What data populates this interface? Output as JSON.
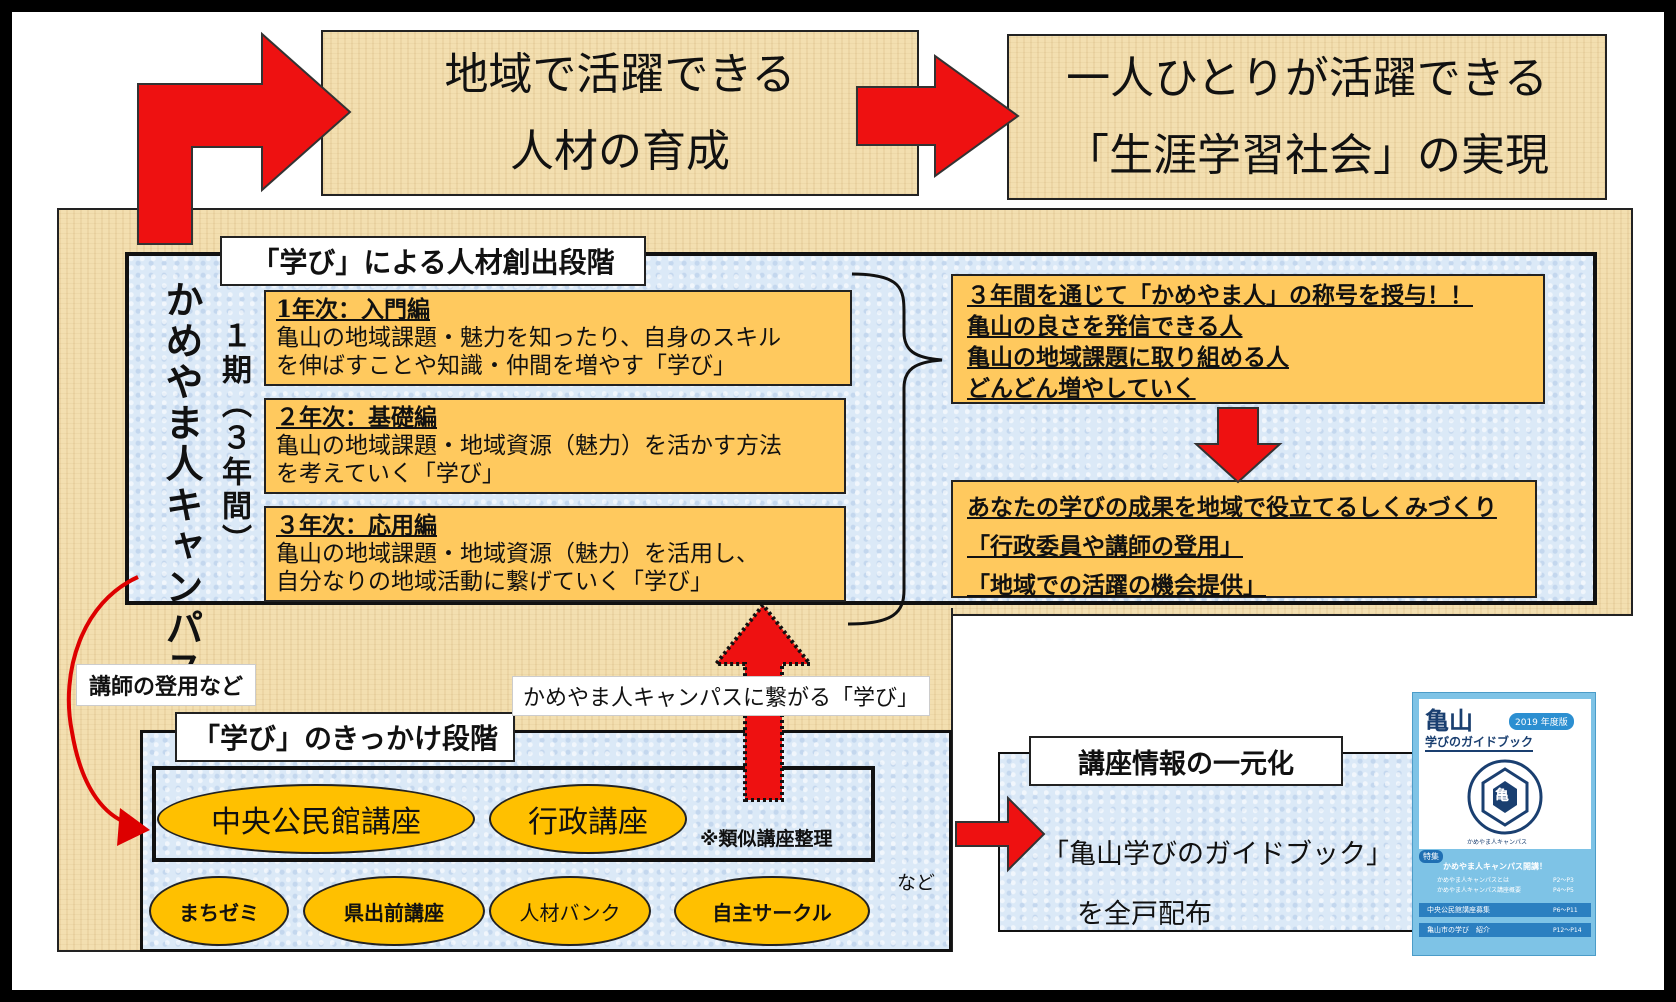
{
  "top": {
    "box1": {
      "line1": "地域で活躍できる",
      "line2": "人材の育成"
    },
    "box2": {
      "line1": "一人ひとりが活躍できる",
      "line2": "「生涯学習社会」の実現"
    }
  },
  "campus": {
    "stage_label": "「学び」による人材創出段階",
    "vertical_title": "かめやま人キャンパス",
    "vertical_period": "１期（３年間）",
    "year1": {
      "title": "1年次：入門編",
      "line1": "亀山の地域課題・魅力を知ったり、自身のスキル",
      "line2": "を伸ばすことや知識・仲間を増やす「学び」"
    },
    "year2": {
      "title": "２年次：基礎編",
      "line1": "亀山の地域課題・地域資源（魅力）を活かす方法",
      "line2": "を考えていく「学び」"
    },
    "year3": {
      "title": "３年次：応用編",
      "line1": "亀山の地域課題・地域資源（魅力）を活用し、",
      "line2": "自分なりの地域活動に繋げていく「学び」"
    },
    "result": {
      "line1": "３年間を通じて「かめやま人」の称号を授与！！",
      "line2": "亀山の良さを発信できる人",
      "line3": "亀山の地域課題に取り組める人",
      "line4": "どんどん増やしていく"
    },
    "outcome": {
      "line1": "あなたの学びの成果を地域で役立てるしくみづくり",
      "line2": "「行政委員や講師の登用」",
      "line3": "「地域での活躍の機会提供」"
    }
  },
  "instructor_label": "講師の登用など",
  "connect_label": "かめやま人キャンパスに繋がる「学び」",
  "kikkake": {
    "stage_label": "「学び」のきっかけ段階",
    "course1": "中央公民館講座",
    "course2": "行政講座",
    "note": "※類似講座整理",
    "course3": "まちゼミ",
    "course4": "県出前講座",
    "course5": "人材バンク",
    "course6": "自主サークル",
    "etc": "など"
  },
  "info": {
    "label": "講座情報の一元化",
    "line1": "「亀山学びのガイドブック」",
    "line2": "を全戸配布"
  },
  "guidebook": {
    "title": "亀山",
    "year_badge": "2019 年度版",
    "subtitle": "学びのガイドブック",
    "seal_char": "亀",
    "seal_text": "かめやま人キャンパス",
    "tag": "特集",
    "banner_title": "かめやま人キャンパス開講！",
    "row1": "かめやま人キャンパスとは",
    "row1_pages": "P2〜P3",
    "row2": "かめやま人キャンパス講座概要",
    "row2_pages": "P4〜P5",
    "row3": "中央公民館講座募集",
    "row3_pages": "P6〜P11",
    "row4": "亀山市の学び　紹介",
    "row4_pages": "P12〜P14"
  },
  "colors": {
    "arrow": "#ee1111",
    "orange": "#ffc95e",
    "ellipse": "#ffc000",
    "blue_bg": "#dbe9f7",
    "paper": "#f3dfb0",
    "book": "#7ec3e6"
  }
}
